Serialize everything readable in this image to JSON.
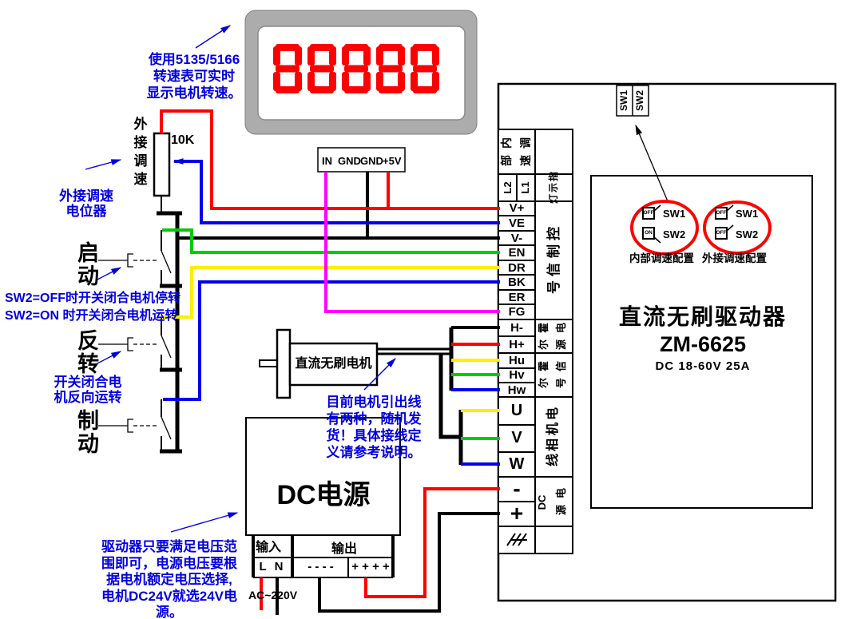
{
  "palette": {
    "annotation_blue": "#0000e0",
    "wire_red": "#ff0000",
    "wire_blue": "#0000ee",
    "wire_green": "#00cc00",
    "wire_yellow": "#ffee00",
    "wire_magenta": "#ff00ff",
    "display_red": "#ff0000",
    "bezel_gray": "#acacac",
    "highlight_red": "#ff0000"
  },
  "display": {
    "value": "88888"
  },
  "signal_box": {
    "t0": "IN",
    "t1": "GND",
    "t2": "GND",
    "t3": "+5V"
  },
  "notes": {
    "tach": "使用5135/5166\n转速表可实时\n显示电机转速。",
    "pot": "外接调速\n电位器",
    "sw2": "SW2=OFF时开关闭合电机停转\nSW2=ON 时开关闭合电机运转",
    "reverse": "开关闭合电\n机反向运转",
    "motor": "目前电机引出线\n有两种，随机发\n货！具体接线定\n义请参考说明。",
    "psu": "驱动器只要满足电压范\n围即可，电源电压要根\n据电机额定电压选择,\n电机DC24V就选24V电源。"
  },
  "pot": {
    "value": "10K",
    "side_label": "外接调速"
  },
  "switches": {
    "start": "启动",
    "reverse": "反转",
    "brake": "制动"
  },
  "motor": {
    "label": "直流无刷电机"
  },
  "psu": {
    "title": "DC电源",
    "input": "输入",
    "output": "输出",
    "ln": "L N",
    "neg": "- - - -",
    "pos": "+ + + +",
    "ac": "AC~220V"
  },
  "driver": {
    "title": "直流无刷驱动器",
    "model": "ZM-6625",
    "rating": "DC 18-60V 25A",
    "sw1": "SW1",
    "sw2": "SW2",
    "cfg_internal": {
      "label": "内部调速配置",
      "sw1": "SW1",
      "sw1_state": "OFF",
      "sw2": "SW2",
      "sw2_state": "ON"
    },
    "cfg_external": {
      "label": "外接调速配置",
      "sw1": "SW1",
      "sw1_state": "OFF",
      "sw2": "SW2",
      "sw2_state": "OFF"
    }
  },
  "strip": {
    "internal_1": "内部",
    "internal_2": "调速",
    "l2": "L2",
    "l1": "L1",
    "grp_indicator": "指示灯",
    "grp_control": "控制信号",
    "grp_hall_pwr_1": "霍尔",
    "grp_hall_pwr_2": "电源",
    "grp_hall_sig_1": "霍尔",
    "grp_hall_sig_2": "信号",
    "grp_phase": "电机相线",
    "grp_dc_1": "DC",
    "grp_dc_2": "电源",
    "t_vplus": "V+",
    "t_ve": "VE",
    "t_vminus": "V-",
    "t_en": "EN",
    "t_dr": "DR",
    "t_bk": "BK",
    "t_er": "ER",
    "t_fg": "FG",
    "t_hm": "H-",
    "t_hp": "H+",
    "t_hu": "Hu",
    "t_hv": "Hv",
    "t_hw": "Hw",
    "t_u": "U",
    "t_v": "V",
    "t_w": "W",
    "t_neg": "-",
    "t_pos": "+"
  }
}
